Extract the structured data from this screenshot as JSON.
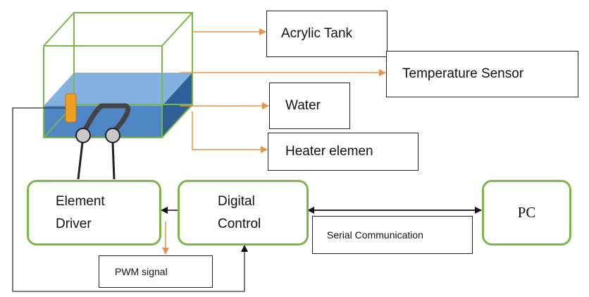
{
  "labels": {
    "acrylic_tank": "Acrylic Tank",
    "temperature_sensor": "Temperature Sensor",
    "water": "Water",
    "heater_element": "Heater elemen",
    "pwm_signal": "PWM signal",
    "serial_communication": "Serial Communication"
  },
  "blocks": {
    "element_driver": {
      "line1": "Element",
      "line2": "Driver"
    },
    "digital_control": {
      "line1": "Digital",
      "line2": "Control"
    },
    "pc": "PC"
  },
  "colors": {
    "block_border": "#7ab648",
    "tank_outline": "#7ab648",
    "water_front": "#4f86c6",
    "water_top": "#6fa3da",
    "water_side": "#2f5f96",
    "sensor": "#f0a020",
    "callout_arrow": "#e8914a",
    "wire": "#333333"
  }
}
